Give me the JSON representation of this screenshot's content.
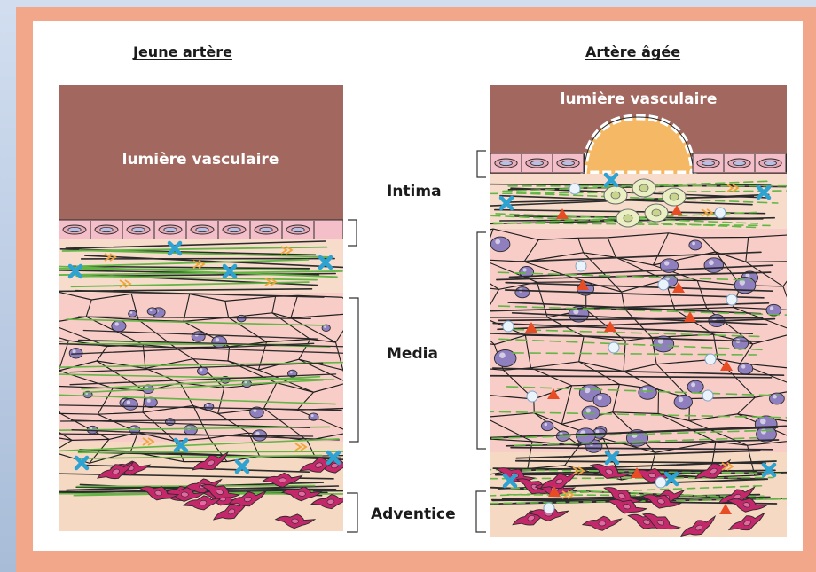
{
  "titles": {
    "young": "Jeune artère",
    "aged": "Artère âgée"
  },
  "lumen_label": "lumière vasculaire",
  "layers": {
    "intima": "Intima",
    "media": "Media",
    "adventice": "Adventice"
  },
  "colors": {
    "lumen": "#a2685f",
    "endothelium": "#f4bfc8",
    "plaque": "#f5b865",
    "media_bg": "#f9cdc7",
    "adventitia_bg": "#f6d9c2",
    "fibroblast": "#c4286a",
    "nucleus": "#8f7fbf",
    "elastin": "#63b546",
    "collagen": "#3d3d3d",
    "calcification": "#e84c24",
    "cross_link": "#2ea3d1",
    "white_dot": "#ecf4fb",
    "frame": "#f2a68a"
  }
}
